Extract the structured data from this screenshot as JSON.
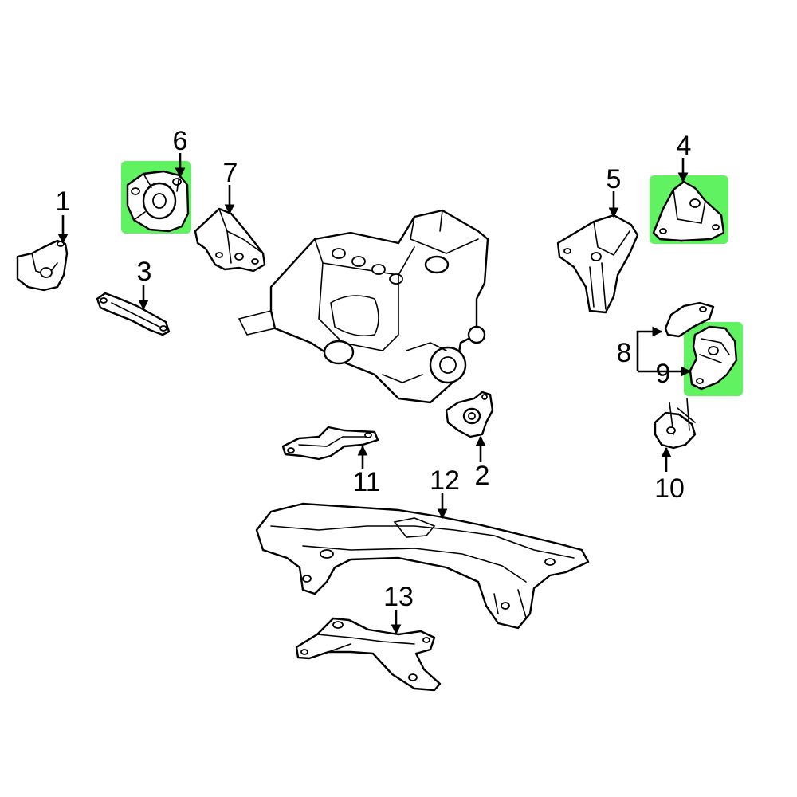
{
  "diagram": {
    "labels": {
      "p1": "1",
      "p2": "2",
      "p3": "3",
      "p4": "4",
      "p5": "5",
      "p6": "6",
      "p7": "7",
      "p8": "8",
      "p9": "9",
      "p10": "10",
      "p11": "11",
      "p12": "12",
      "p13": "13"
    },
    "highlighted_parts": [
      "4",
      "6",
      "9"
    ],
    "highlight_color": "#33ee33"
  }
}
